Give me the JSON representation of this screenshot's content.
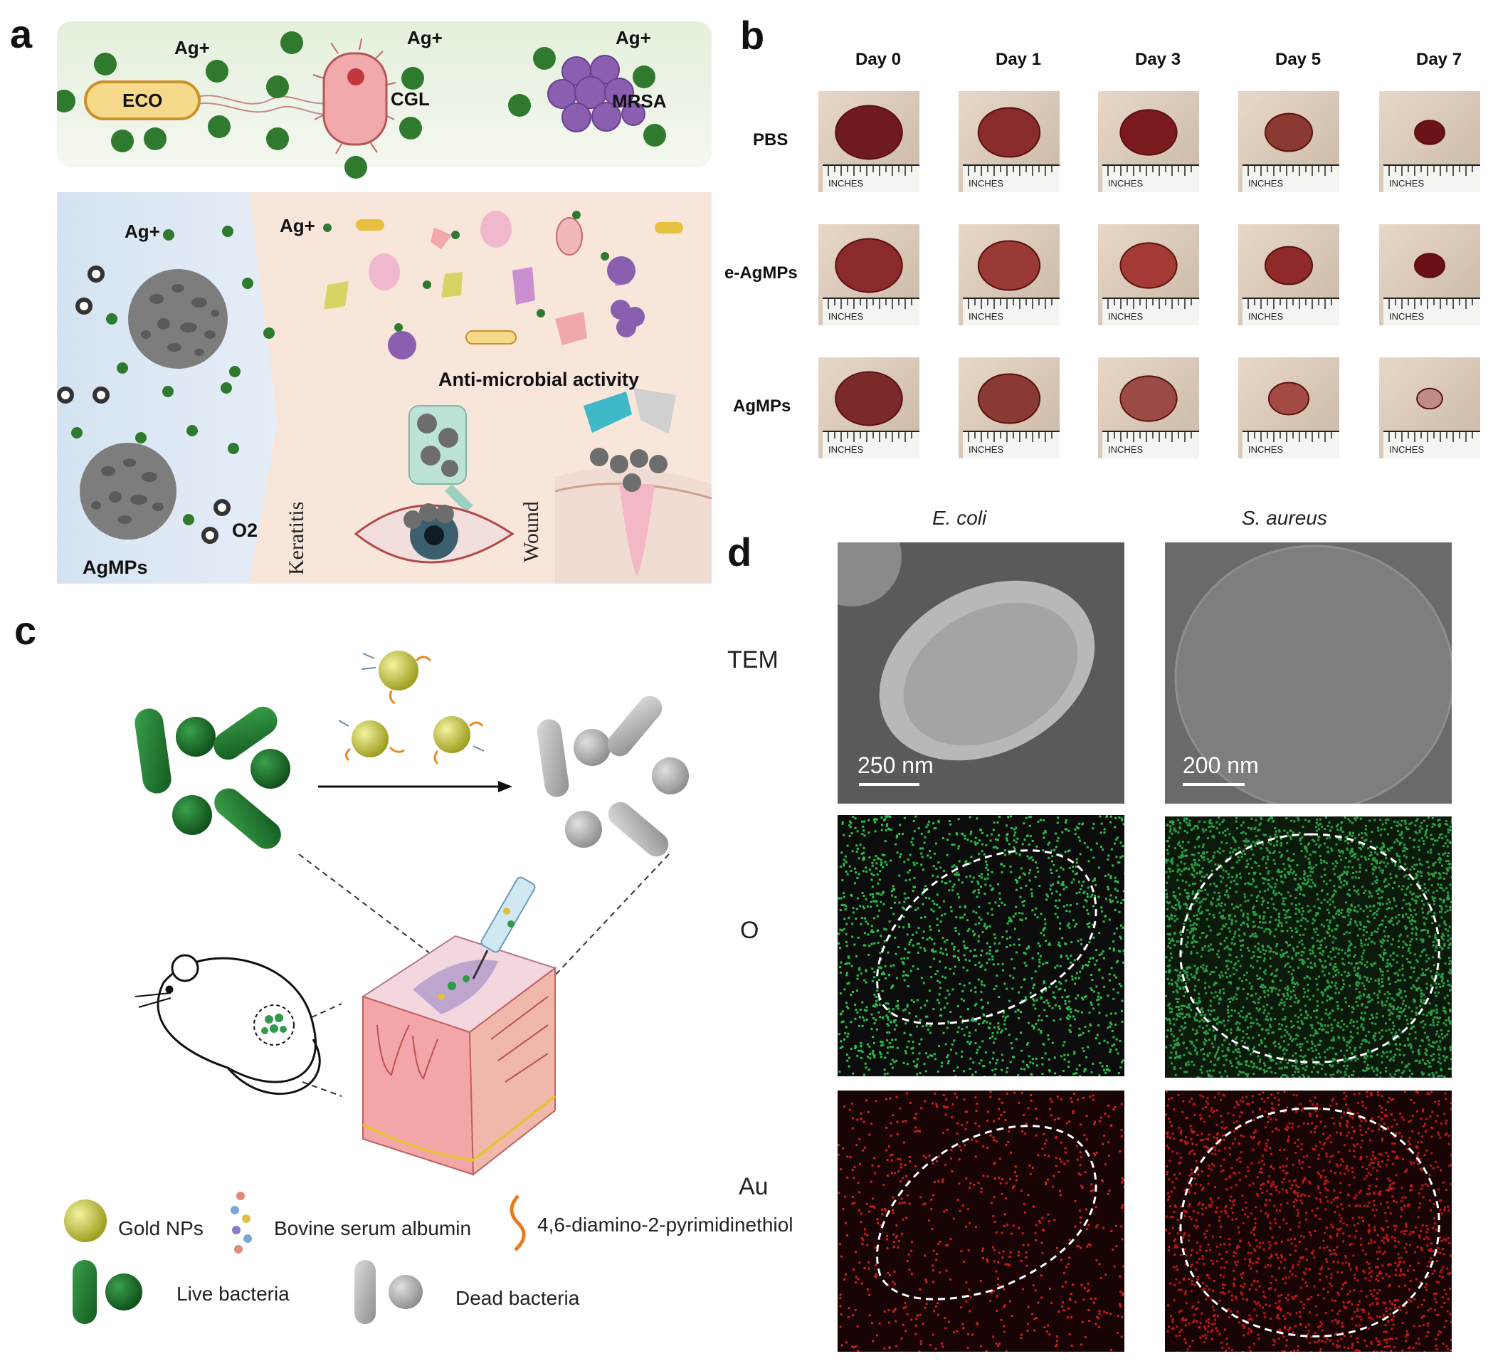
{
  "panels": {
    "a": "a",
    "b": "b",
    "c": "c",
    "d": "d"
  },
  "panel_a": {
    "ag_labels": [
      "Ag+",
      "Ag+",
      "Ag+",
      "Ag+",
      "Ag+"
    ],
    "bacteria": [
      "ECO",
      "CGL",
      "MRSA"
    ],
    "activity": "Anti-microbial activity",
    "o2": "O2",
    "agmps": "AgMPs",
    "keratitis": "Keratitis",
    "wound": "Wound"
  },
  "panel_b": {
    "days": [
      "Day 0",
      "Day 1",
      "Day 3",
      "Day 5",
      "Day 7"
    ],
    "rows": [
      "PBS",
      "e-AgMPs",
      "AgMPs"
    ],
    "ruler_label": "INCHES",
    "wound_colors": [
      [
        "#6e1a20",
        "#8a2b2c",
        "#7a1a1e",
        "#8b3a33",
        "#6a1418"
      ],
      [
        "#8a2a2a",
        "#9a3a36",
        "#a33a35",
        "#8f2a2a",
        "#6a1015"
      ],
      [
        "#7a2a28",
        "#8a3a34",
        "#9b4a44",
        "#a44a44",
        "#c08a88"
      ]
    ]
  },
  "panel_c": {
    "legend": {
      "gold": "Gold NPs",
      "bsa": "Bovine serum albumin",
      "dapt": "4,6-diamino-2-pyrimidinethiol",
      "live": "Live bacteria",
      "dead": "Dead bacteria"
    }
  },
  "panel_d": {
    "columns": [
      "E. coli",
      "S. aureus"
    ],
    "rows": [
      "TEM",
      "O",
      "Au"
    ],
    "scalebars": [
      "250 nm",
      "200 nm"
    ]
  }
}
